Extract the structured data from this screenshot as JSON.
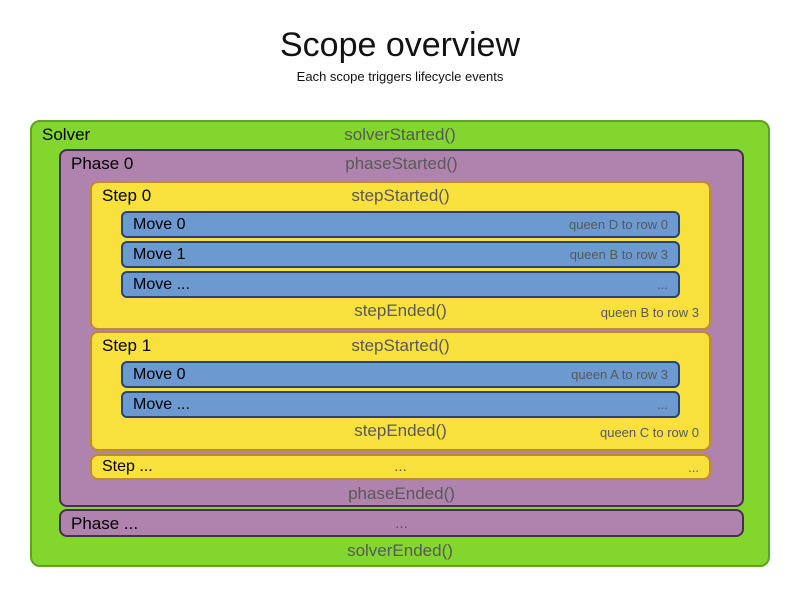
{
  "title": "Scope overview",
  "subtitle": "Each scope triggers lifecycle events",
  "solver": {
    "label": "Solver",
    "started_event": "solverStarted()",
    "ended_event": "solverEnded()"
  },
  "phase": {
    "label": "Phase 0",
    "started_event": "phaseStarted()",
    "ended_event": "phaseEnded()"
  },
  "phase_more": {
    "label": "Phase ...",
    "ellipsis": "..."
  },
  "steps": [
    {
      "label": "Step 0",
      "started_event": "stepStarted()",
      "ended_event": "stepEnded()",
      "ended_result": "queen B to row 3",
      "moves": [
        {
          "label": "Move 0",
          "result": "queen D to row 0"
        },
        {
          "label": "Move 1",
          "result": "queen B to row 3"
        },
        {
          "label": "Move ...",
          "result": "..."
        }
      ]
    },
    {
      "label": "Step 1",
      "started_event": "stepStarted()",
      "ended_event": "stepEnded()",
      "ended_result": "queen C to row 0",
      "moves": [
        {
          "label": "Move 0",
          "result": "queen A to row 3"
        },
        {
          "label": "Move ...",
          "result": "..."
        }
      ]
    }
  ],
  "step_more": {
    "label": "Step ...",
    "center_ellipsis": "...",
    "right_ellipsis": "..."
  },
  "colors": {
    "solver_fill": "#82d62e",
    "solver_border": "#5ea222",
    "phase_fill": "#b083ae",
    "phase_border": "#4a2c50",
    "step_fill": "#f8e13c",
    "step_border": "#c08a2e",
    "move_fill": "#6c99d0",
    "move_border": "#24437c",
    "event_text_color": "#595959"
  }
}
